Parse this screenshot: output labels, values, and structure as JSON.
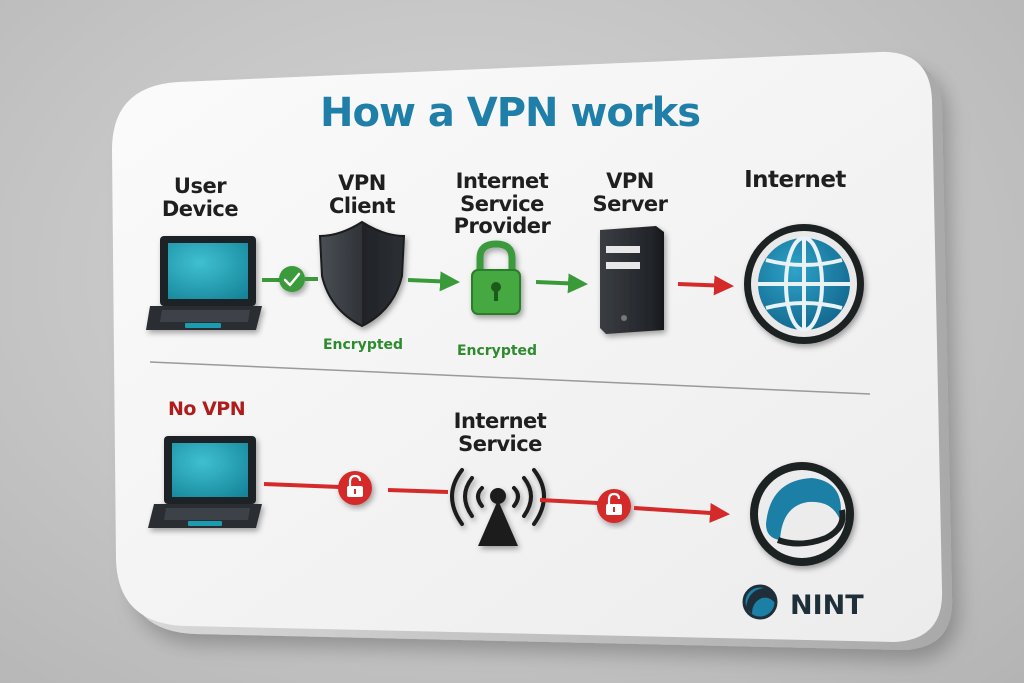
{
  "title": "How a VPN works",
  "vpn_flow": {
    "nodes": [
      {
        "label": "User\nDevice",
        "icon": "laptop-icon"
      },
      {
        "label": "VPN\nClient",
        "icon": "shield-icon"
      },
      {
        "label": "Internet\nService\nProvider",
        "icon": "padlock-icon"
      },
      {
        "label": "VPN\nServer",
        "icon": "server-icon"
      },
      {
        "label": "Internet",
        "icon": "globe-icon"
      }
    ],
    "encrypted_labels": [
      "Encrypted",
      "Encrypted"
    ],
    "secure_color": "#3a9a3a",
    "exposed_color": "#d42a2a"
  },
  "no_vpn_flow": {
    "heading": "No VPN",
    "isp_label": "Internet\nService",
    "icons": [
      "laptop-icon",
      "red-unlock-icon",
      "antenna-icon",
      "red-unlock-icon",
      "internet-logo-icon"
    ],
    "color": "#d42a2a"
  },
  "brand": {
    "name": "NINT",
    "icon": "nint-logo-icon"
  },
  "colors": {
    "title": "#1f7fa8",
    "encrypted_text": "#2e8b2e",
    "no_vpn_text": "#b01c1c",
    "screen": "#1fa0b4",
    "globe": "#1b7fa6"
  }
}
